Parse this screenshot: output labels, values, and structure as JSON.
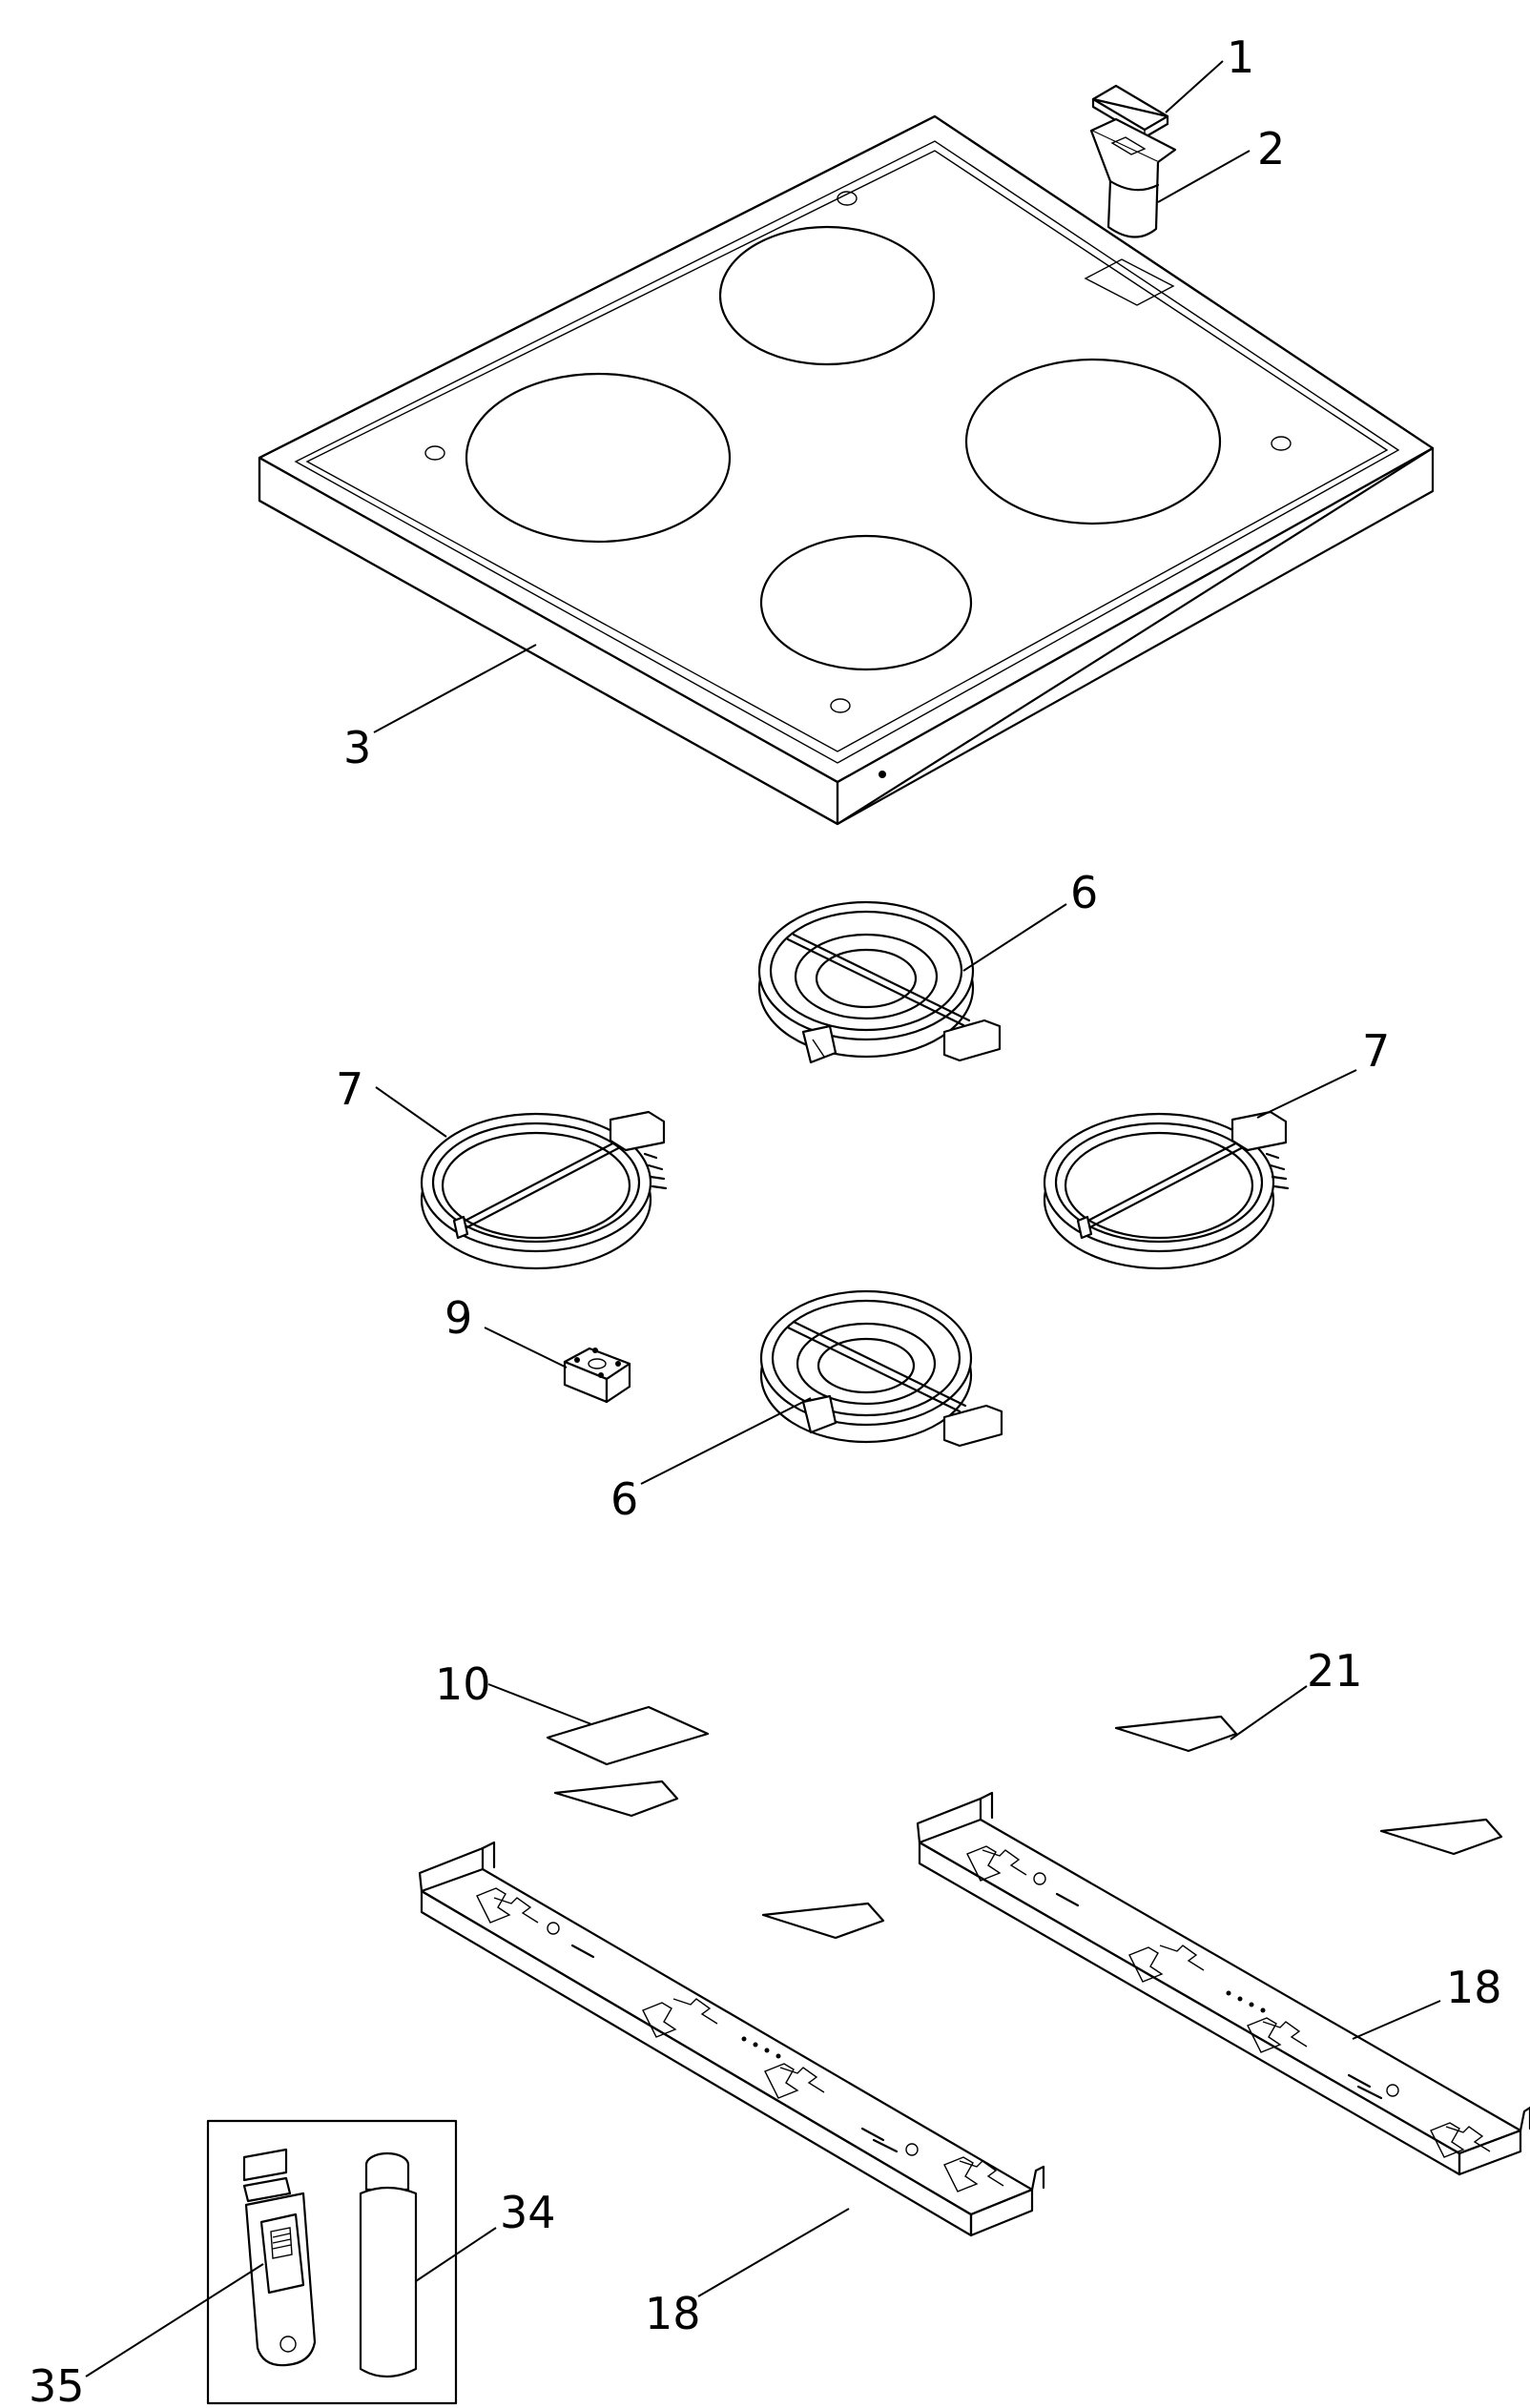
{
  "callouts": {
    "c1": "1",
    "c2": "2",
    "c3": "3",
    "c6a": "6",
    "c6b": "6",
    "c7a": "7",
    "c7b": "7",
    "c9": "9",
    "c10": "10",
    "c21": "21",
    "c18a": "18",
    "c18b": "18",
    "c34": "34",
    "c35": "35"
  }
}
